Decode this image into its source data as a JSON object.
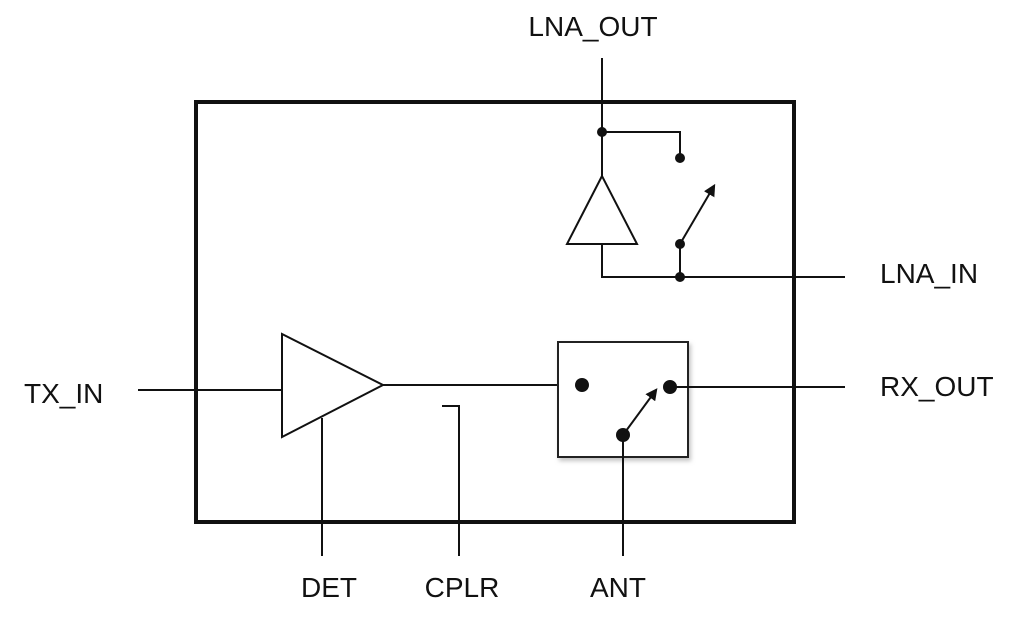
{
  "diagram": {
    "pins": {
      "lna_out": "LNA_OUT",
      "lna_in": "LNA_IN",
      "tx_in": "TX_IN",
      "rx_out": "RX_OUT",
      "det": "DET",
      "cplr": "CPLR",
      "ant": "ANT"
    },
    "blocks": {
      "lna_amplifier": "triangle-amplifier-icon",
      "pa_amplifier": "triangle-amplifier-icon",
      "lna_bypass_switch": "switch-icon",
      "antenna_switch": "switch-icon"
    }
  }
}
